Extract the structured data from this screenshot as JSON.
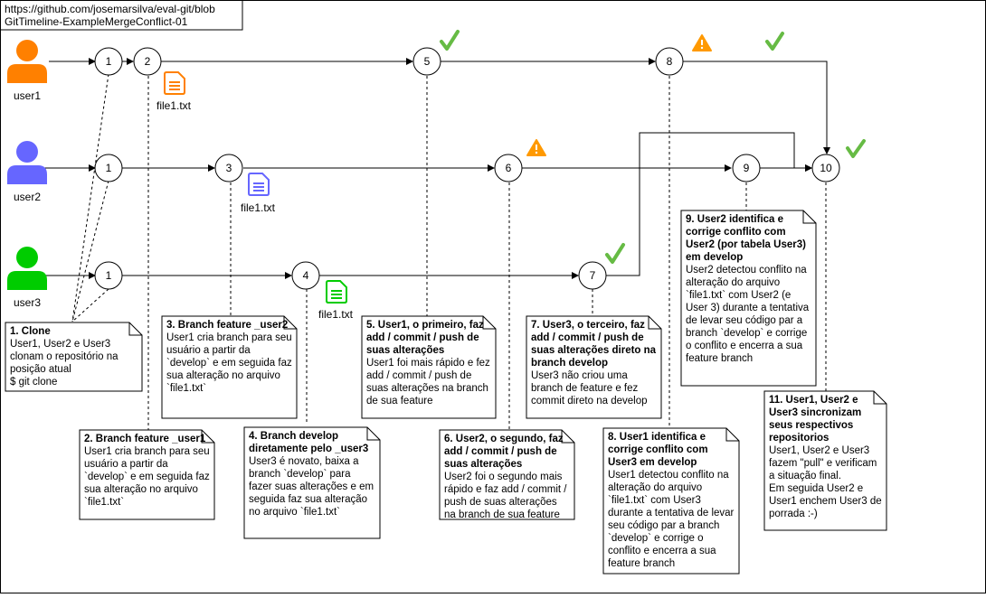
{
  "header": {
    "url_line1": "https://github.com/josemarsilva/eval-git/blob",
    "url_line2": "GitTimeline-ExampleMergeConflict-01"
  },
  "users": [
    {
      "label": "user1",
      "color": "#FF8000"
    },
    {
      "label": "user2",
      "color": "#6666FF"
    },
    {
      "label": "user3",
      "color": "#00CC00"
    }
  ],
  "steps": [
    "1",
    "2",
    "1",
    "3",
    "6",
    "9",
    "10",
    "1",
    "4",
    "7",
    "5",
    "8"
  ],
  "files": {
    "user1": "file1.txt",
    "user2": "file1.txt",
    "user3": "file1.txt"
  },
  "colors": {
    "check": "#66BB44",
    "warning": "#FF9900",
    "file_user1": "#FF8000",
    "file_user2": "#6666FF",
    "file_user3": "#00CC00"
  },
  "notes": {
    "n1": {
      "title": "1. Clone",
      "body": "User1, User2 e User3 clonam o repositório na posição atual\n$ git clone"
    },
    "n2": {
      "title": "2. Branch feature _user1",
      "body": "User1 cria branch para seu usuário a partir da `develop` e em seguida faz sua alteração no arquivo `file1.txt`"
    },
    "n3": {
      "title": "3. Branch feature _user2",
      "body": "User1 cria branch para seu usuário a partir da `develop` e em seguida faz sua alteração no arquivo `file1.txt`"
    },
    "n4": {
      "title": "4. Branch develop diretamente pelo _user3",
      "body": "User3 é novato, baixa a branch `develop` para fazer suas alterações e em seguida faz sua alteração no arquivo `file1.txt`"
    },
    "n5": {
      "title": "5. User1, o primeiro, faz add / commit / push de suas alterações",
      "body": "User1 foi mais rápido e fez add / commit / push de suas alterações na branch de sua feature"
    },
    "n6": {
      "title": "6. User2, o segundo, faz add / commit / push de suas alterações",
      "body": "User2 foi o segundo mais rápido e faz add / commit / push de suas alterações na branch de sua feature"
    },
    "n7": {
      "title": "7. User3, o terceiro, faz add / commit / push de suas alterações direto na branch develop",
      "body": "User3 não criou uma branch de feature e fez commit direto na develop"
    },
    "n8": {
      "title": "8. User1 identifica e corrige conflito com User3 em develop",
      "body": "User1 detectou conflito na alteração do arquivo `file1.txt` com User3 durante a tentativa de levar seu código par a branch `develop` e corrige o conflito e encerra a sua feature branch"
    },
    "n9": {
      "title": "9. User2 identifica e corrige conflito com User2 (por tabela User3) em develop",
      "body": "User2 detectou conflito na alteração do arquivo `file1.txt` com User2 (e User 3)  durante a tentativa de levar seu código par a branch `develop` e corrige o conflito e encerra a sua feature branch"
    },
    "n11": {
      "title": "11. User1, User2 e User3 sincronizam seus respectivos repositorios",
      "body": "User1, User2 e User3 fazem \"pull\" e verificam a situação final.\nEm seguida User2 e User1 enchem User3 de porrada :-)"
    }
  }
}
